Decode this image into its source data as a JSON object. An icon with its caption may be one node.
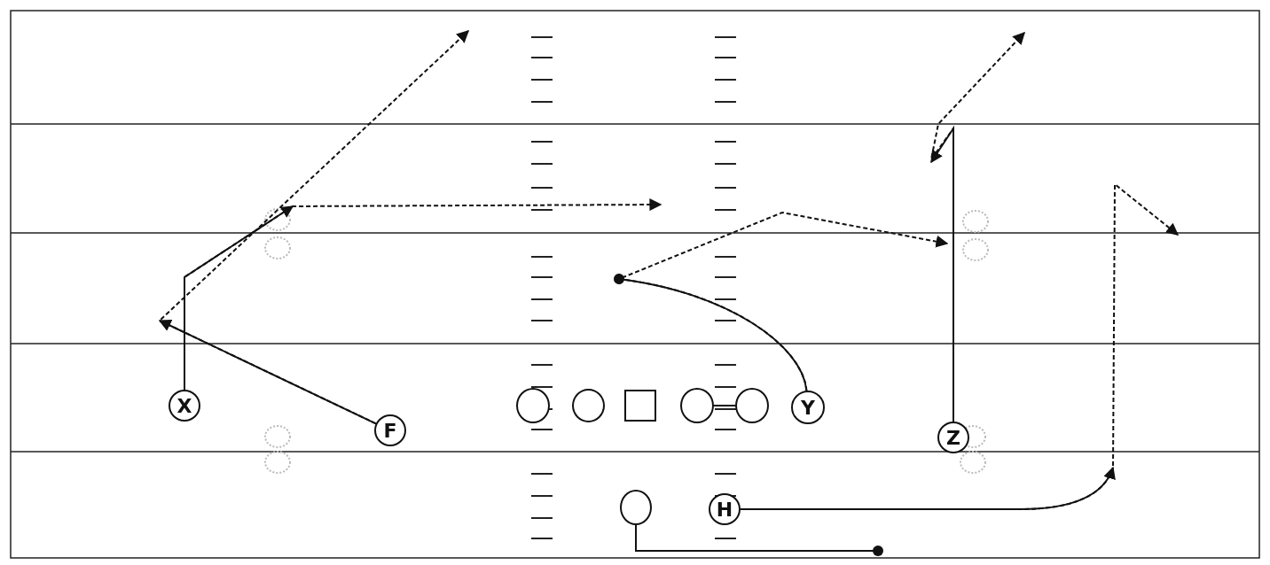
{
  "diagram": {
    "nodes": [
      {
        "text": [
          "X"
        ]
      },
      {
        "text": [],
        "shape": "circle"
      },
      {
        "text": [],
        "shape": "circle"
      },
      {
        "text": [],
        "shape": "box"
      },
      {
        "text": [],
        "shape": "circle"
      },
      {
        "text": [],
        "shape": "circle"
      },
      {
        "text": [
          "Y"
        ]
      },
      {
        "text": [
          "F"
        ]
      },
      {
        "text": [
          "Z"
        ]
      },
      {
        "text": [],
        "shape": "circle"
      },
      {
        "text": [
          "H"
        ]
      }
    ],
    "edges": [
      {
        "from": 0,
        "to": null,
        "arrow": "to"
      },
      {
        "from": 0,
        "to": null,
        "arrow": "to",
        "style": "dashed"
      },
      {
        "from": 7,
        "to": null,
        "arrow": "to"
      },
      {
        "from": 7,
        "to": null,
        "arrow": "to",
        "style": "dashed"
      },
      {
        "from": 6,
        "to": null,
        "arrow": "other"
      },
      {
        "from": 6,
        "to": null,
        "arrow": "to",
        "style": "dashed"
      },
      {
        "from": 8,
        "to": null,
        "arrow": "to"
      },
      {
        "from": 8,
        "to": null,
        "arrow": "to",
        "style": "dashed"
      },
      {
        "from": 10,
        "to": null,
        "arrow": "to"
      },
      {
        "from": 10,
        "to": null,
        "arrow": "to",
        "style": "dashed"
      },
      {
        "from": 9,
        "to": null,
        "arrow": "other"
      },
      {
        "from": 4,
        "to": 5,
        "arrow": "none"
      }
    ]
  }
}
